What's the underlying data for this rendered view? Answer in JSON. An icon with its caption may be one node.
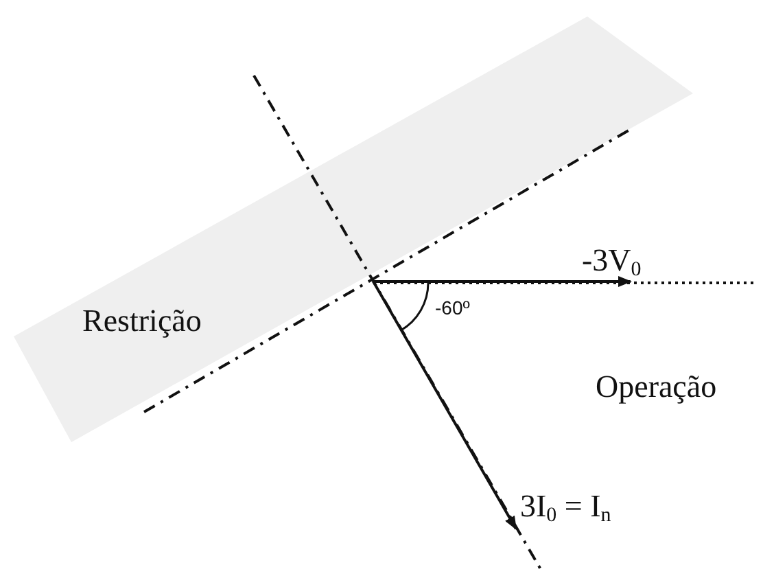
{
  "diagram": {
    "nodes": [
      {
        "text": [
          "-3V$_{0}$"
        ]
      },
      {
        "text": [
          "3I$_{0}$ = I$_{n}$"
        ]
      }
    ],
    "edges": [
      {
        "from": null,
        "to": 0,
        "arrow": "to"
      },
      {
        "from": null,
        "to": 1,
        "arrow": "to"
      }
    ],
    "labels": [
      "Restrição",
      "-60º",
      "Operação"
    ]
  }
}
